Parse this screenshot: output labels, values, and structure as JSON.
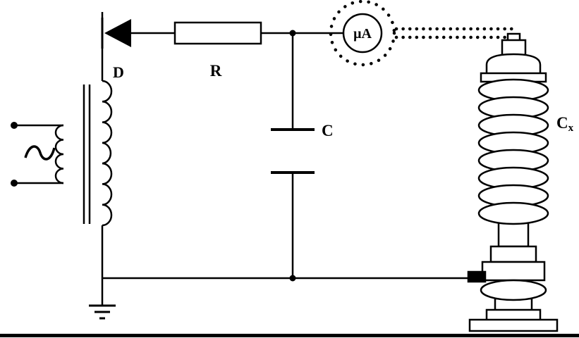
{
  "colors": {
    "stroke": "#000000",
    "background": "#ffffff"
  },
  "labels": {
    "diode": "D",
    "resistor": "R",
    "capacitor": "C",
    "meter": "μA",
    "test_object": "C",
    "test_object_sub": "x",
    "ac_source": "~"
  },
  "components": [
    "ac-source-terminals",
    "transformer",
    "diode",
    "resistor",
    "microammeter-with-shield-ring",
    "shielded-lead",
    "filter-capacitor",
    "test-object-bushing",
    "ground"
  ]
}
